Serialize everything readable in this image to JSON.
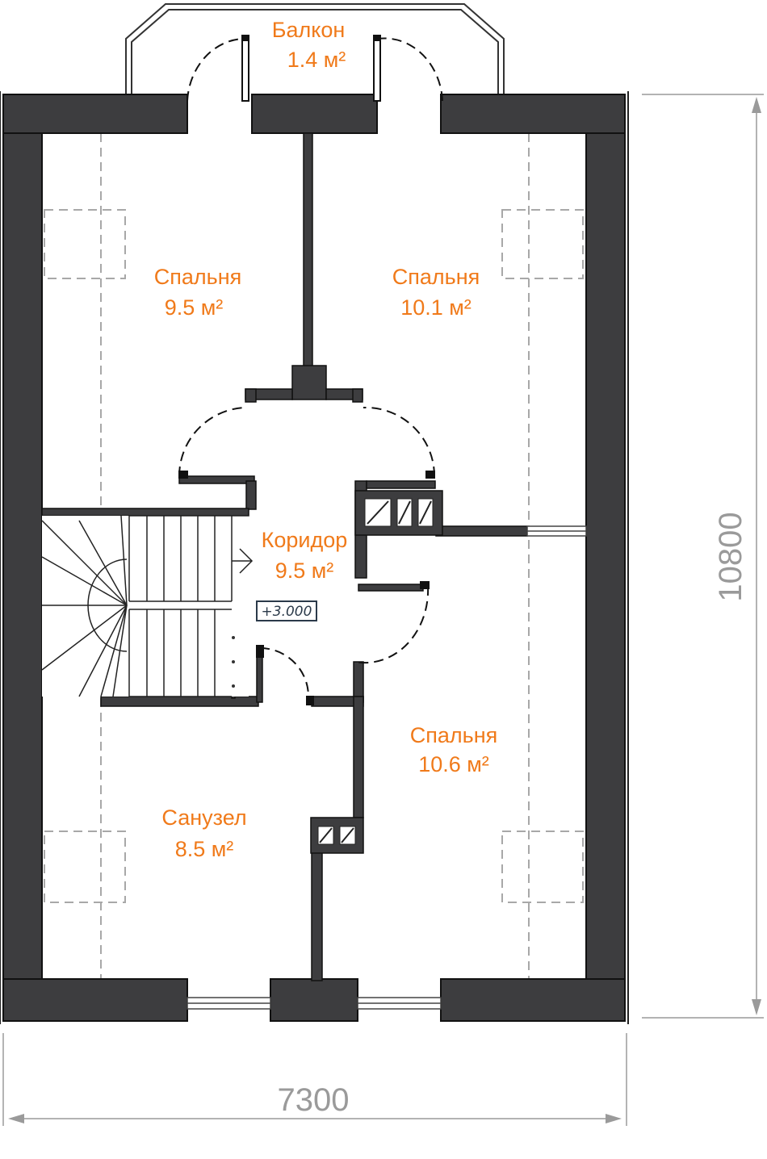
{
  "plan": {
    "colors": {
      "wall": "#3d3d3f",
      "label": "#f07a1a",
      "dimension": "#9a9a9a",
      "dashed": "#a8a8a8",
      "door_swing": "#111111"
    },
    "rooms": [
      {
        "id": "balcony",
        "name": "Балкон",
        "area": "1.4 м²"
      },
      {
        "id": "bedroom-1",
        "name": "Спальня",
        "area": "9.5 м²"
      },
      {
        "id": "bedroom-2",
        "name": "Спальня",
        "area": "10.1 м²"
      },
      {
        "id": "corridor",
        "name": "Коридор",
        "area": "9.5 м²"
      },
      {
        "id": "bedroom-3",
        "name": "Спальня",
        "area": "10.6 м²"
      },
      {
        "id": "bathroom",
        "name": "Санузел",
        "area": "8.5 м²"
      }
    ],
    "level_mark": "+3.000",
    "dimensions": {
      "width": "7300",
      "height": "10800"
    }
  }
}
